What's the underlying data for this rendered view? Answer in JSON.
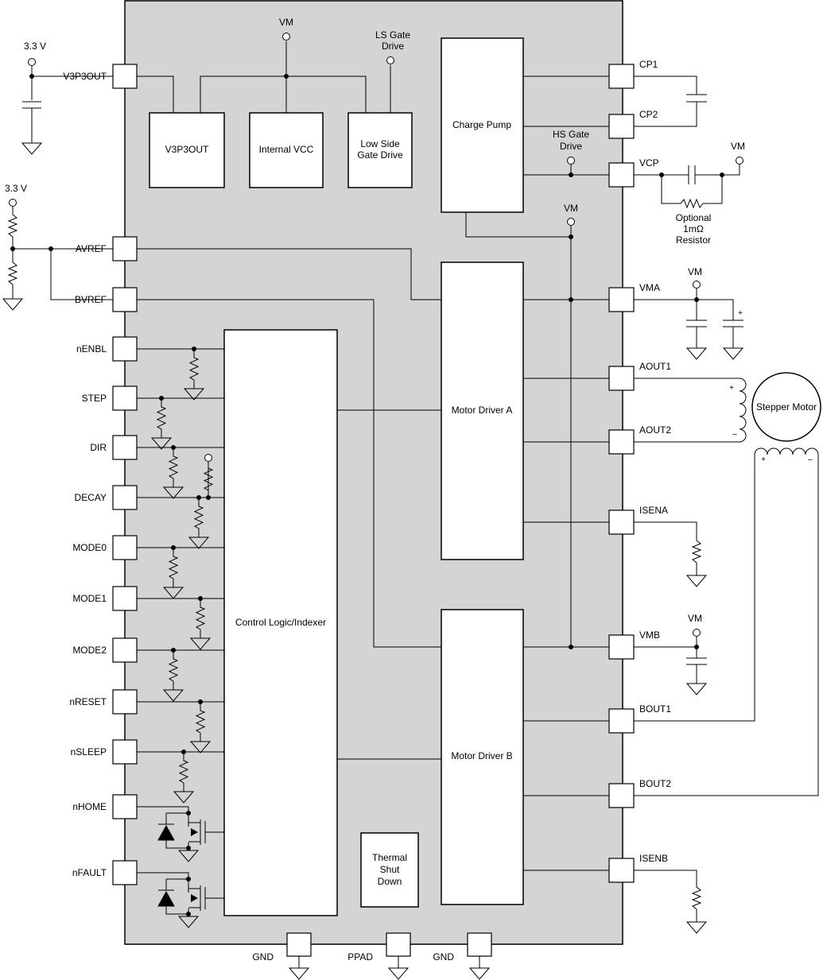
{
  "pins_left": [
    "V3P3OUT",
    "AVREF",
    "BVREF",
    "nENBL",
    "STEP",
    "DIR",
    "DECAY",
    "MODE0",
    "MODE1",
    "MODE2",
    "nRESET",
    "nSLEEP",
    "nHOME",
    "nFAULT"
  ],
  "pins_right": [
    "CP1",
    "CP2",
    "VCP",
    "VMA",
    "AOUT1",
    "AOUT2",
    "ISENA",
    "VMB",
    "BOUT1",
    "BOUT2",
    "ISENB"
  ],
  "pins_bottom": [
    "GND",
    "PPAD",
    "GND"
  ],
  "blocks": {
    "v3p3out": "V3P3OUT",
    "internal_vcc": "Internal VCC",
    "low_side_line1": "Low Side",
    "low_side_line2": "Gate Drive",
    "charge_pump": "Charge Pump",
    "control_logic": "Control Logic/Indexer",
    "motor_driver_a": "Motor Driver A",
    "motor_driver_b": "Motor Driver B",
    "thermal_line1": "Thermal",
    "thermal_line2": "Shut",
    "thermal_line3": "Down"
  },
  "labels": {
    "vm": "VM",
    "supply_3v3": "3.3 V",
    "ls_gate_line1": "LS Gate",
    "ls_gate_line2": "Drive",
    "hs_gate_line1": "HS Gate",
    "hs_gate_line2": "Drive",
    "optional_line1": "Optional",
    "optional_line2": "1mΩ",
    "optional_line3": "Resistor",
    "stepper_motor": "Stepper Motor",
    "plus": "+",
    "minus": "–"
  }
}
